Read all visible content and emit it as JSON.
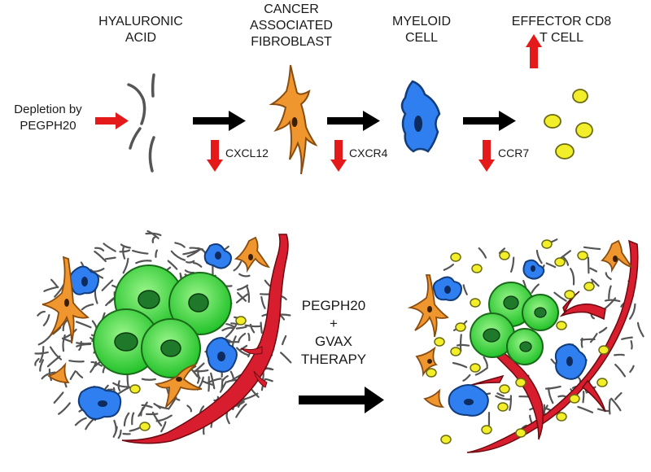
{
  "top_row": {
    "labels": {
      "hyaluronic": [
        "HYALURONIC",
        "ACID"
      ],
      "caf": [
        "CANCER",
        "ASSOCIATED",
        "FIBROBLAST"
      ],
      "myeloid": [
        "MYELOID",
        "CELL"
      ],
      "effector": [
        "EFFECTOR CD8",
        "T CELL"
      ]
    },
    "depletion": [
      "Depletion by",
      "PEGPH20"
    ],
    "markers": {
      "cxcl12": "CXCL12",
      "cxcr4": "CXCR4",
      "ccr7": "CCR7"
    }
  },
  "center": {
    "lines": [
      "PEGPH20",
      "+",
      "GVAX",
      "THERAPY"
    ]
  },
  "colors": {
    "down_arrow": "#e41a1a",
    "black_arrow": "#000000",
    "fibroblast": "#f0962e",
    "myeloid": "#2f7ff0",
    "tumor": "#3cd43c",
    "tumor_nucleus": "#1e7a2a",
    "tcell": "#f2ee2a",
    "vessel": "#d81e2e",
    "fiber": "#555555"
  }
}
